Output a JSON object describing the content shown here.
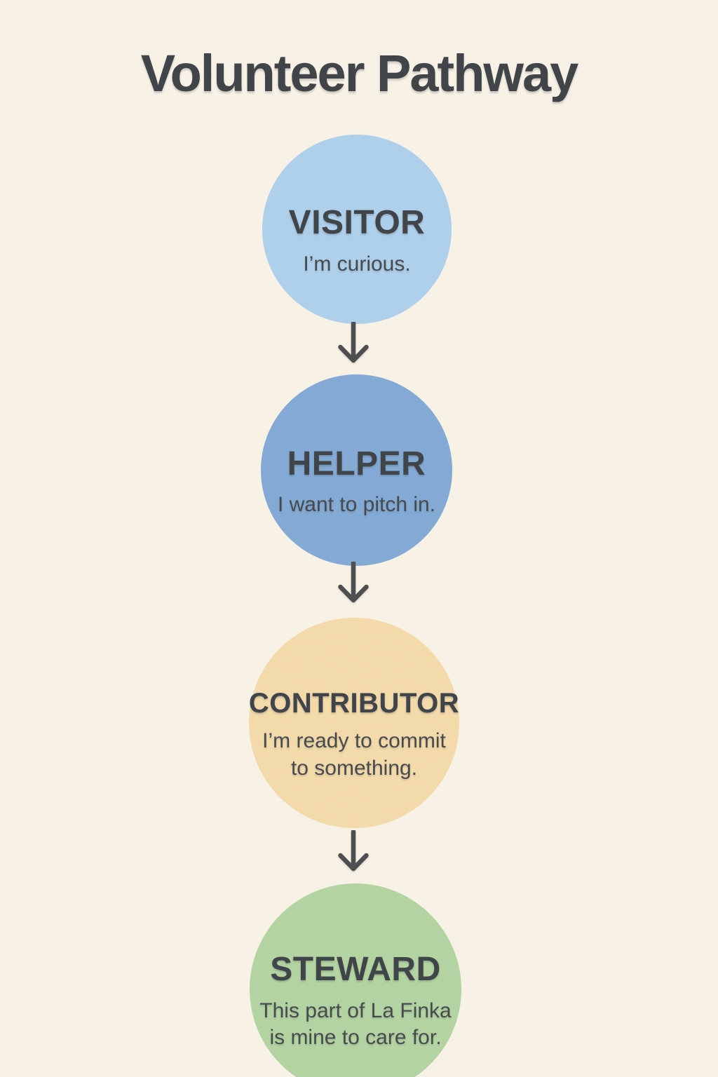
{
  "title": "Volunteer Pathway",
  "colors": {
    "background": "#f9f3e7",
    "title": "#3e4246",
    "stage_name": "#3d4247",
    "tagline": "#44484d",
    "arrow": "#4a4c4e"
  },
  "icons": {
    "connector": "down-arrow"
  },
  "stages": [
    {
      "name": "VISITOR",
      "tagline": "I’m curious.",
      "color": "#aed0ec"
    },
    {
      "name": "HELPER",
      "tagline": "I want to pitch in.",
      "color": "#82aad5"
    },
    {
      "name": "CONTRIBUTOR",
      "tagline": "I’m ready to commit to something.",
      "color": "#f5dbaa"
    },
    {
      "name": "STEWARD",
      "tagline": "This part of La Finka is mine to care for.",
      "color": "#b3d5a1"
    }
  ]
}
